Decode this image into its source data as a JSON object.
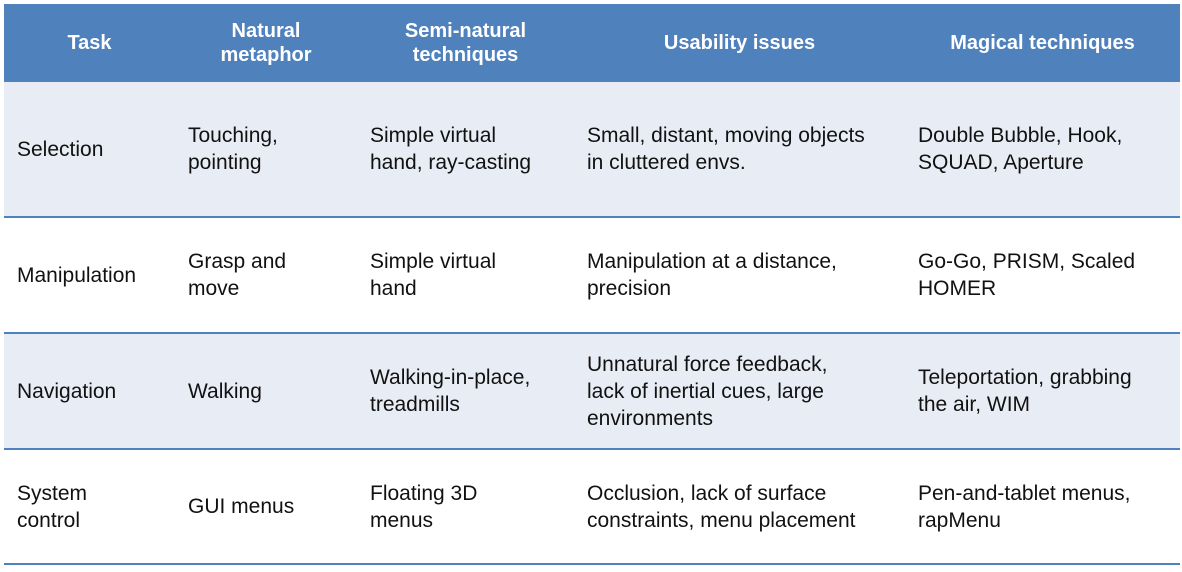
{
  "headers": [
    "Task",
    "Natural\nmetaphor",
    "Semi-natural\ntechniques",
    "Usability issues",
    "Magical techniques"
  ],
  "rows": [
    {
      "task": "Selection",
      "natural": "Touching,\npointing",
      "semi": "Simple virtual\nhand, ray-casting",
      "usability": "Small, distant, moving objects\nin cluttered envs.",
      "magical": "Double Bubble, Hook,\nSQUAD, Aperture"
    },
    {
      "task": "Manipulation",
      "natural": "Grasp and\nmove",
      "semi": "Simple virtual\nhand",
      "usability": "Manipulation at a distance,\nprecision",
      "magical": "Go-Go, PRISM, Scaled\nHOMER"
    },
    {
      "task": "Navigation",
      "natural": "Walking",
      "semi": "Walking-in-place,\ntreadmills",
      "usability": "Unnatural force feedback,\nlack of inertial cues, large\nenvironments",
      "magical": "Teleportation, grabbing\nthe air, WIM"
    },
    {
      "task": "System\ncontrol",
      "natural": "GUI menus",
      "semi": "Floating 3D\nmenus",
      "usability": "Occlusion, lack of surface\nconstraints, menu placement",
      "magical": "Pen-and-tablet menus,\nrapMenu"
    }
  ],
  "colors": {
    "header_bg": "#4f81bd",
    "header_text": "#ffffff",
    "row_shaded": "#e8ecf4",
    "row_plain": "#ffffff"
  }
}
